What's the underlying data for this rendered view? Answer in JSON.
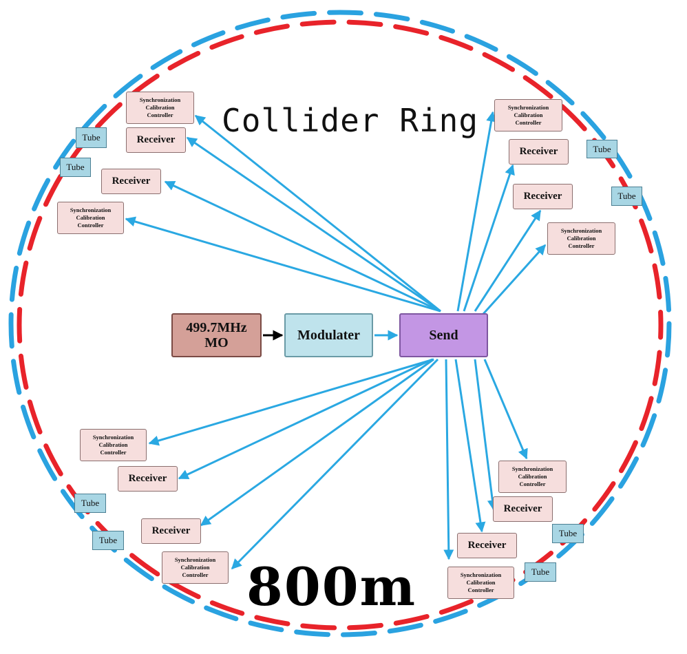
{
  "title": "Collider Ring",
  "distance_label": "800m",
  "colors": {
    "ring_outer": "#2aa2e0",
    "ring_inner": "#e8232a",
    "arrow": "#2aa8e2",
    "source_arrow": "#000000",
    "mo_fill": "#d4a098",
    "modulater_fill": "#bfe3ec",
    "send_fill": "#c396e4",
    "station_fill": "#f6dedd",
    "tube_fill": "#a8d6e4"
  },
  "nodes": {
    "mo": {
      "line1": "499.7MHz",
      "line2": "MO"
    },
    "modulater": {
      "label": "Modulater"
    },
    "send": {
      "label": "Send"
    }
  },
  "labels": {
    "receiver": "Receiver",
    "tube": "Tube",
    "sync_line1": "Synchronization",
    "sync_line2": "Calibration",
    "sync_line3": "Controller"
  }
}
